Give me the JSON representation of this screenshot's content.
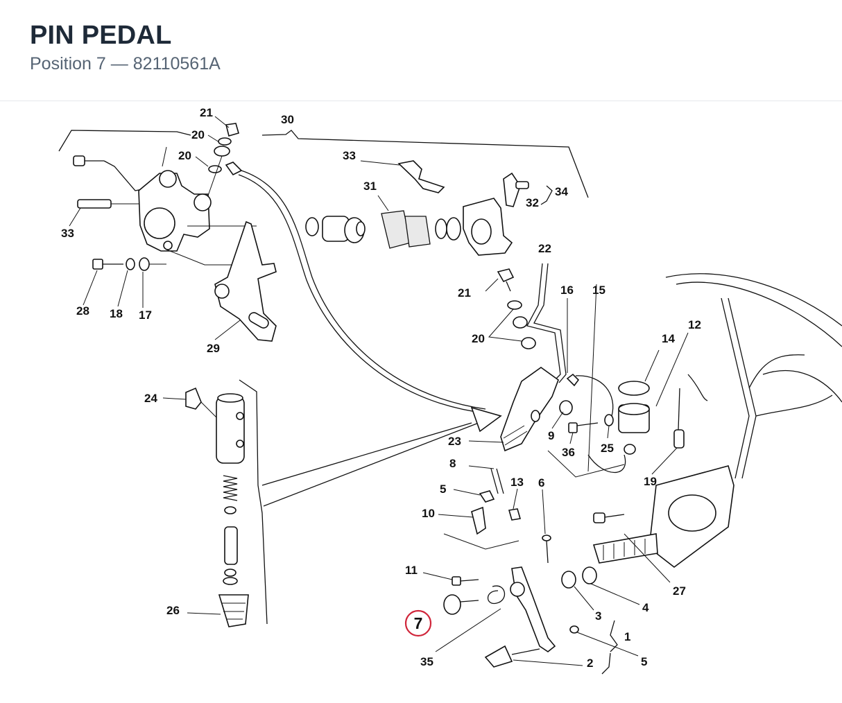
{
  "header": {
    "title": "PIN PEDAL",
    "position_label": "Position",
    "position_number": "7",
    "separator": "—",
    "part_number": "82110561A"
  },
  "highlight": {
    "number": "7",
    "color": "#d0253a"
  },
  "labels": {
    "l21a": "21",
    "l20a": "20",
    "l20b": "20",
    "l30": "30",
    "l33a": "33",
    "l31": "31",
    "l34": "34",
    "l32": "32",
    "l33b": "33",
    "l28": "28",
    "l18": "18",
    "l17": "17",
    "l29": "29",
    "l22": "22",
    "l21b": "21",
    "l16": "16",
    "l15": "15",
    "l20c": "20",
    "l14": "14",
    "l12": "12",
    "l24": "24",
    "l23": "23",
    "l9": "9",
    "l36": "36",
    "l25": "25",
    "l8": "8",
    "l19": "19",
    "l5a": "5",
    "l13": "13",
    "l6": "6",
    "l10": "10",
    "l11": "11",
    "l27": "27",
    "l4": "4",
    "l3": "3",
    "l26": "26",
    "l1": "1",
    "l35": "35",
    "l5b": "5",
    "l2": "2"
  }
}
